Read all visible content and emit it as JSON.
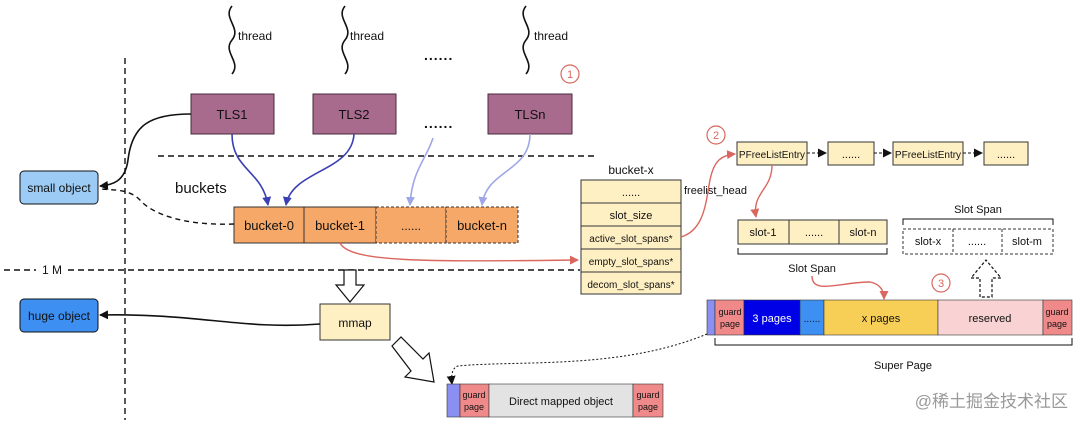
{
  "threads": {
    "t1": "thread",
    "t2": "thread",
    "tn": "thread",
    "dots": "......"
  },
  "tls": {
    "tls1": "TLS1",
    "tls2": "TLS2",
    "tlsn": "TLSn",
    "dots": "......"
  },
  "markers": {
    "m1": "1",
    "m2": "2",
    "m3": "3"
  },
  "left_labels": {
    "small_object": "small object",
    "huge_object": "huge object",
    "one_m": "1 M",
    "buckets": "buckets"
  },
  "buckets": {
    "b0": "bucket-0",
    "b1": "bucket-1",
    "dots": "......",
    "bn": "bucket-n"
  },
  "bucket_x": {
    "title": "bucket-x",
    "rows": [
      "......",
      "slot_size",
      "active_slot_spans*",
      "empty_slot_spans*",
      "decom_slot_spans*"
    ],
    "freelist_head": "freelist_head"
  },
  "freelist": {
    "entry1": "PFreeListEntry",
    "dots1": "......",
    "entry2": "PFreeListEntry",
    "dots2": "......"
  },
  "slot_span_main": {
    "cells": [
      "slot-1",
      "......",
      "slot-n"
    ],
    "caption": "Slot Span"
  },
  "slot_span_alt": {
    "title": "Slot Span",
    "cells": [
      "slot-x",
      "......",
      "slot-m"
    ]
  },
  "super_page": {
    "guard_left": "guard page",
    "three_pages": "3 pages",
    "dots": "......",
    "x_pages": "x pages",
    "reserved": "reserved",
    "guard_right": "guard page",
    "caption": "Super Page"
  },
  "mmap": {
    "label": "mmap"
  },
  "direct_mapped": {
    "guard_left": "guard page",
    "label": "Direct mapped object",
    "guard_right": "guard page"
  },
  "watermark": "@稀土掘金技术社区",
  "colors": {
    "tls_fill": "#a86b8e",
    "bucket_fill": "#f6a868",
    "small_obj_fill": "#9ccbf5",
    "huge_obj_fill": "#3d8ff2",
    "yellow_fill": "#fff0c4",
    "guard_fill": "#f08a8a",
    "blue_dark": "#0000e6",
    "arrow_blue": "#3a3fb3",
    "arrow_lavender": "#9fa6e8",
    "arrow_red": "#d9675f"
  }
}
